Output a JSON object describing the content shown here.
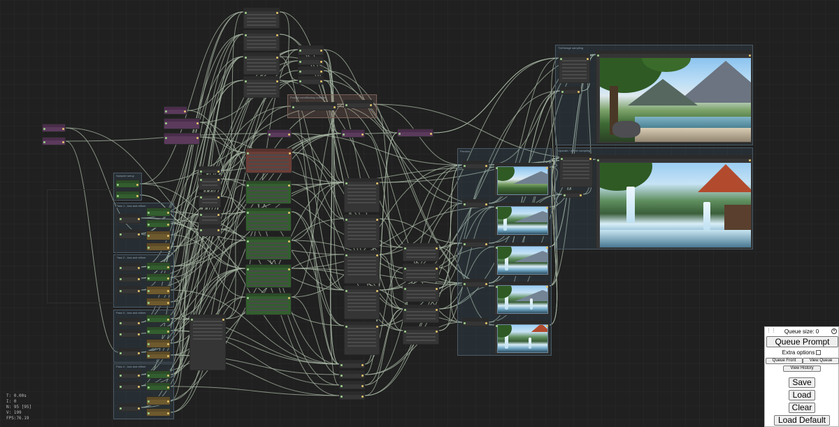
{
  "groups": [
    {
      "id": "g-top-mid",
      "title": "Prompt conditioning combine"
    },
    {
      "id": "g-left-1",
      "title": "Sampler setup"
    },
    {
      "id": "g-left-2",
      "title": "Pass 1 - lora and refiner"
    },
    {
      "id": "g-left-3",
      "title": "Pass 2 - lora and refiner"
    },
    {
      "id": "g-left-4",
      "title": "Pass 3 - lora and refiner"
    },
    {
      "id": "g-left-5",
      "title": "Pass 4 - lora and refiner"
    },
    {
      "id": "g-preview",
      "title": "Preview"
    },
    {
      "id": "g-out-1",
      "title": "Txt2Image sampling"
    },
    {
      "id": "g-out-2",
      "title": "Upscale / refiner sampling"
    }
  ],
  "stats": {
    "t": "T: 0.00s",
    "i": "I: 0",
    "n": "N: 95 [95]",
    "v": "V: 199",
    "fps": "FPS:76.19"
  },
  "menu": {
    "queue_size": "Queue size: 0",
    "queue_prompt": "Queue Prompt",
    "extra_options": "Extra options",
    "queue_front": "Queue Front",
    "view_queue": "View Queue",
    "view_history": "View History",
    "save": "Save",
    "load": "Load",
    "clear": "Clear",
    "load_default": "Load Default"
  },
  "colors": {
    "canvas": "#202020",
    "node": "#353535",
    "node_green": "#335e2f",
    "node_olive": "#6e5a2e",
    "node_purple": "#5b3a5c",
    "node_brown": "#6b3e38",
    "wire": "#a9b9a6",
    "group": "#4b5a66"
  },
  "icons": [
    "drag-handle-icon",
    "close-icon"
  ]
}
